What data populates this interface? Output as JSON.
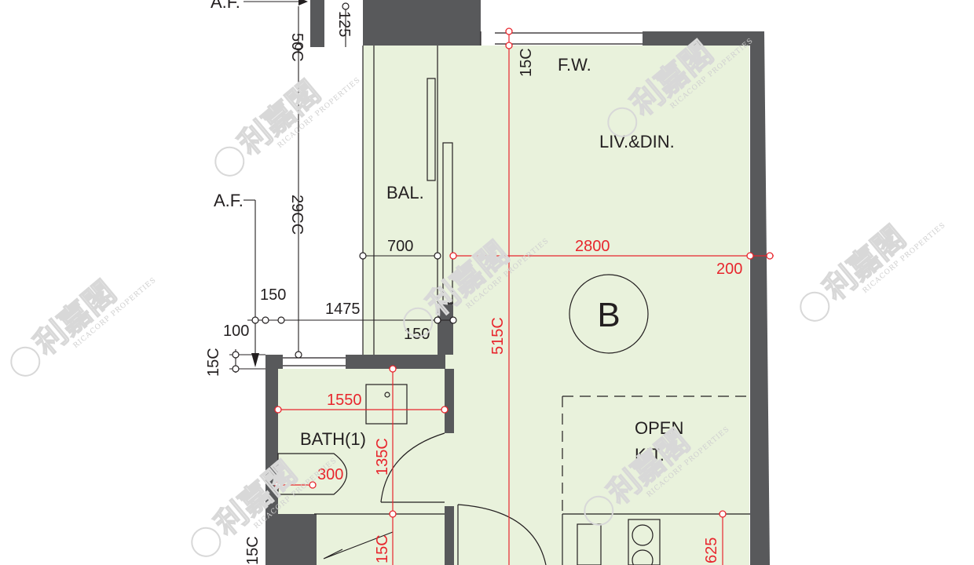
{
  "rooms": {
    "balcony": "BAL.",
    "living_dining": "LIV.&DIN.",
    "flat_letter": "B",
    "open_kitchen_line1": "OPEN",
    "open_kitchen_line2": "KIT.",
    "bathroom": "BATH(1)",
    "fixed_window": "F.W.",
    "af_top": "A.F.",
    "af_mid": "A.F."
  },
  "dims_black": {
    "d_500_top": "50C",
    "d_125": "125",
    "d_2900": "29CC",
    "d_700": "700",
    "d_150_a": "150",
    "d_1475": "1475",
    "d_100": "100",
    "d_150_b": "150",
    "d_150_side": "15C",
    "d_150_bottom_side": "15C"
  },
  "dims_red": {
    "d_150_fw": "15C",
    "d_2800": "2800",
    "d_200": "200",
    "d_5150": "515C",
    "d_1550": "1550",
    "d_1350": "135C",
    "d_300": "300",
    "d_150_low": "15C",
    "d_625": "625"
  },
  "watermark": {
    "brand": "利嘉閣",
    "english": "RICACORP PROPERTIES"
  },
  "colors": {
    "floor": "#e9f2dc",
    "wall": "#58595b",
    "line": "#231f20",
    "dimension_red": "#e8262d",
    "watermark": "#d8d8d8"
  }
}
